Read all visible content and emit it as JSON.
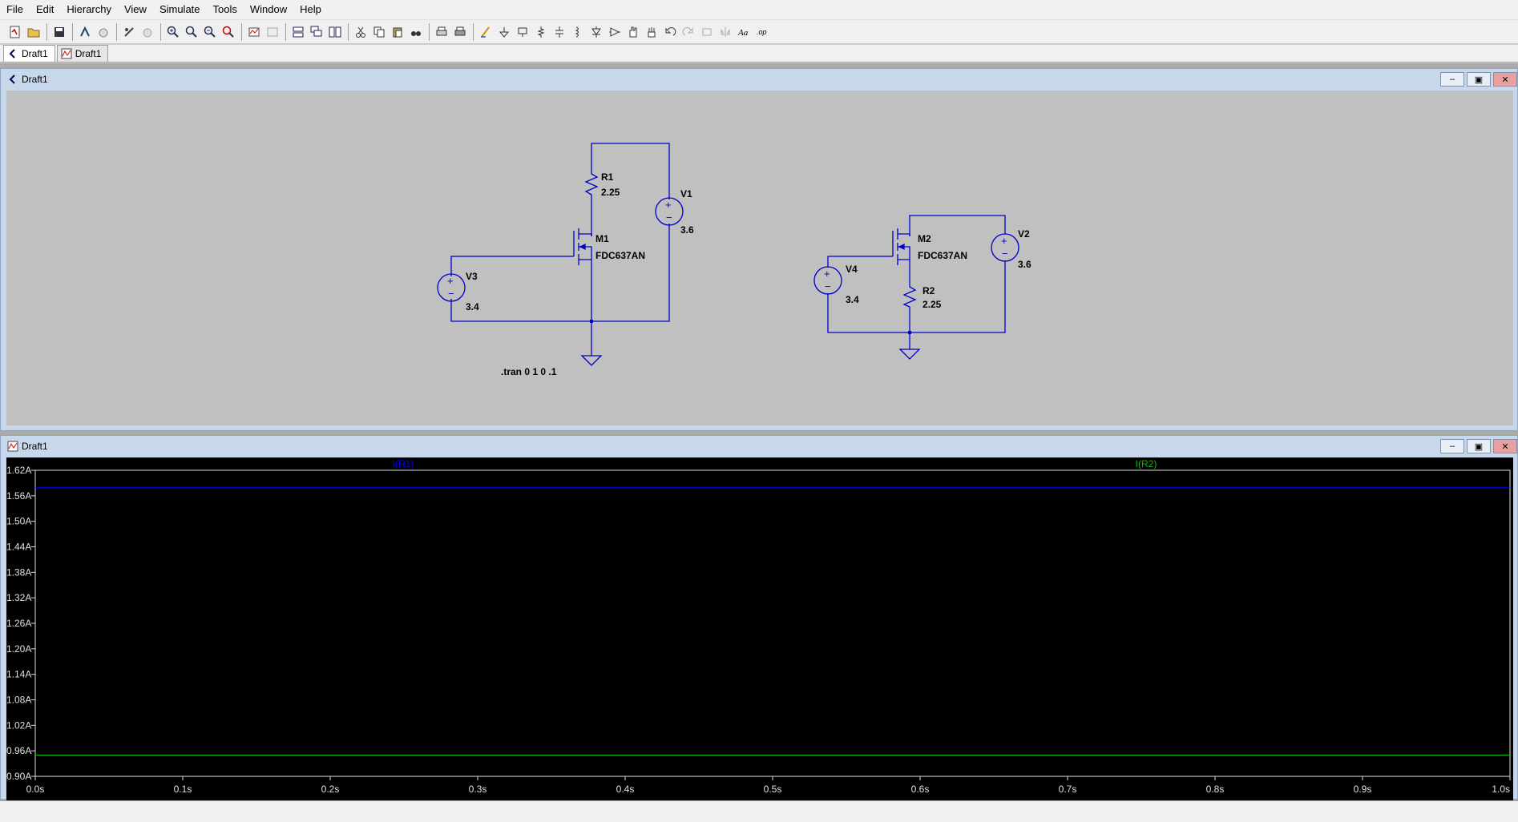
{
  "menu": {
    "items": [
      "File",
      "Edit",
      "Hierarchy",
      "View",
      "Simulate",
      "Tools",
      "Window",
      "Help"
    ]
  },
  "tabs": [
    {
      "label": "Draft1",
      "icon": "schematic-icon",
      "active": true
    },
    {
      "label": "Draft1",
      "icon": "waveform-icon",
      "active": false
    }
  ],
  "schematic_window": {
    "title": "Draft1",
    "directive": ".tran 0 1 0 .1",
    "components": {
      "r1": {
        "name": "R1",
        "value": "2.25"
      },
      "v1": {
        "name": "V1",
        "value": "3.6"
      },
      "m1": {
        "name": "M1",
        "model": "FDC637AN"
      },
      "v3": {
        "name": "V3",
        "value": "3.4"
      },
      "m2": {
        "name": "M2",
        "model": "FDC637AN"
      },
      "v2": {
        "name": "V2",
        "value": "3.6"
      },
      "v4": {
        "name": "V4",
        "value": "3.4"
      },
      "r2": {
        "name": "R2",
        "value": "2.25"
      }
    }
  },
  "plot_window": {
    "title": "Draft1"
  },
  "colors": {
    "wire": "#0000c8",
    "trace1": "#0000ff",
    "trace2": "#00c000",
    "axis": "#e0e0e0"
  },
  "chart_data": {
    "type": "line",
    "x_ticks": [
      "0.0s",
      "0.1s",
      "0.2s",
      "0.3s",
      "0.4s",
      "0.5s",
      "0.6s",
      "0.7s",
      "0.8s",
      "0.9s",
      "1.0s"
    ],
    "y_ticks": [
      "1.62A",
      "1.56A",
      "1.50A",
      "1.44A",
      "1.38A",
      "1.32A",
      "1.26A",
      "1.20A",
      "1.14A",
      "1.08A",
      "1.02A",
      "0.96A",
      "0.90A"
    ],
    "xlim": [
      0,
      1.0
    ],
    "ylim": [
      0.9,
      1.62
    ],
    "grid": false,
    "series": [
      {
        "name": "I(R1)",
        "x": [
          0,
          1.0
        ],
        "values": [
          1.58,
          1.58
        ],
        "color": "#0000ff"
      },
      {
        "name": "I(R2)",
        "x": [
          0,
          1.0
        ],
        "values": [
          0.95,
          0.95
        ],
        "color": "#00c000"
      }
    ]
  }
}
